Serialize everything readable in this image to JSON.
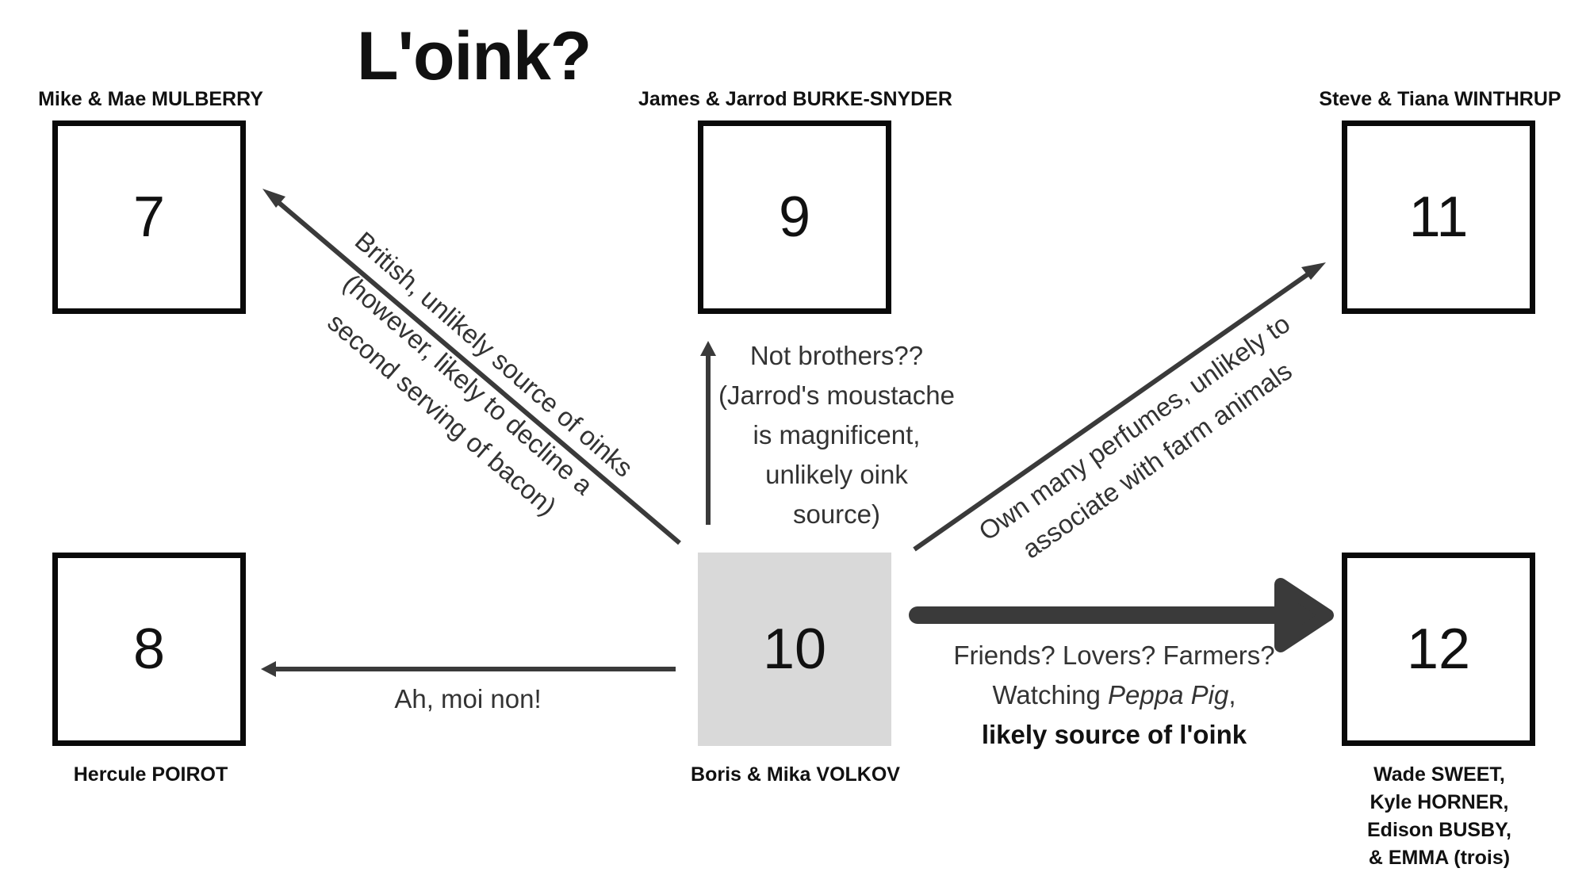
{
  "title": "L'oink?",
  "rooms": {
    "r7": {
      "number": "7",
      "occupants": "Mike & Mae MULBERRY"
    },
    "r8": {
      "number": "8",
      "occupants": "Hercule POIROT"
    },
    "r9": {
      "number": "9",
      "occupants": "James & Jarrod BURKE-SNYDER"
    },
    "r10": {
      "number": "10",
      "occupants": "Boris & Mika VOLKOV"
    },
    "r11": {
      "number": "11",
      "occupants": "Steve & Tiana WINTHRUP"
    },
    "r12": {
      "number": "12",
      "occupants": [
        "Wade SWEET,",
        "Kyle HORNER,",
        "Edison BUSBY,",
        "& EMMA (trois)"
      ]
    }
  },
  "notes": {
    "to7": [
      "British, unlikely source of oinks",
      "(however, likely to decline a",
      "second serving of bacon)"
    ],
    "to8": "Ah, moi non!",
    "to9": [
      "Not brothers??",
      "(Jarrod's moustache",
      "is magnificent,",
      "unlikely oink",
      "source)"
    ],
    "to11": [
      "Own many perfumes, unlikely to",
      "associate with farm animals"
    ],
    "to12": {
      "line1": "Friends? Lovers? Farmers?",
      "line2_prefix": "Watching ",
      "line2_italic": "Peppa Pig",
      "line2_suffix": ",",
      "line3": "likely source of l'oink"
    }
  },
  "colors": {
    "box_border": "#0a0a0a",
    "center_fill": "#d9d9d9",
    "arrow": "#3a3a3a",
    "note_text": "#333333"
  }
}
